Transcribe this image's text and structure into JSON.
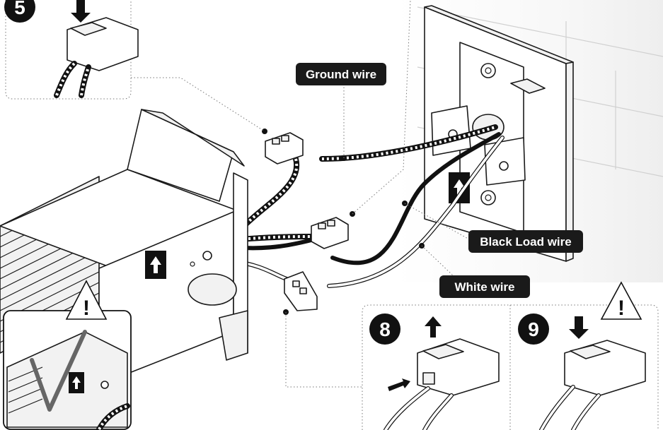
{
  "labels": {
    "ground": "Ground wire",
    "black_load": "Black Load wire",
    "white": "White wire"
  },
  "steps": {
    "step5": "5",
    "step8": "8",
    "step9": "9"
  },
  "warning_symbol": "!",
  "arrow_symbol": "↑",
  "icons": [
    "warning-triangle-icon",
    "up-arrow-icon",
    "check-mark-icon",
    "push-arrow-icon"
  ],
  "colors": {
    "label_bg": "#1a1a1a",
    "label_text": "#ffffff"
  }
}
